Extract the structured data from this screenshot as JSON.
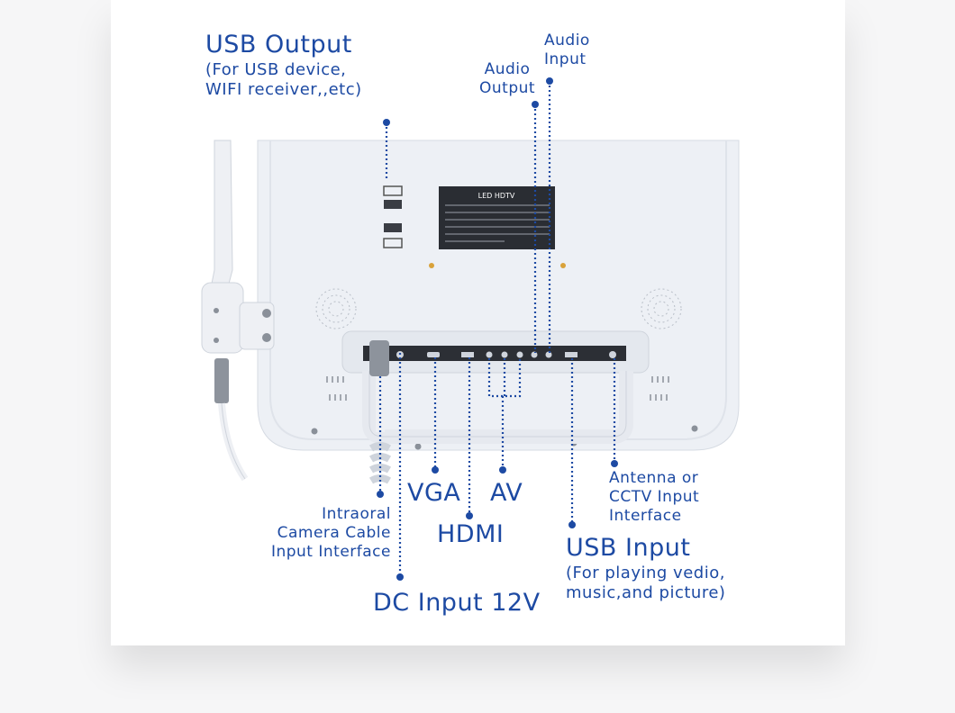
{
  "colors": {
    "accent": "#1d4aa3",
    "panel": "#eef1f6",
    "panel_edge": "#d6dbe3"
  },
  "device": {
    "plate_title": "LED    HDTV"
  },
  "callouts": {
    "usb_output": {
      "title": "USB Output",
      "line1": "(For USB device,",
      "line2": "WIFI receiver,,etc)"
    },
    "audio_output": {
      "line1": "Audio",
      "line2": "Output"
    },
    "audio_input": {
      "line1": "Audio",
      "line2": "Input"
    },
    "intraoral": {
      "line1": "Intraoral",
      "line2": "Camera Cable",
      "line3": "Input Interface"
    },
    "vga": "VGA",
    "av": "AV",
    "hdmi": "HDMI",
    "dc_input": "DC Input 12V",
    "usb_input": {
      "title": "USB Input",
      "line1": "(For playing vedio,",
      "line2": "music,and picture)"
    },
    "antenna": {
      "line1": "Antenna or",
      "line2": "CCTV Input",
      "line3": "Interface"
    }
  }
}
